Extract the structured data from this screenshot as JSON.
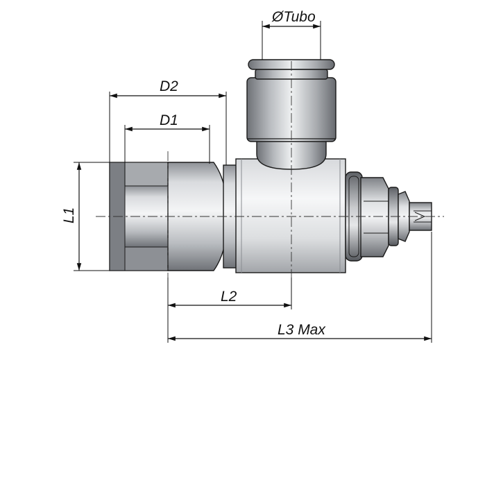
{
  "dimensions": {
    "tube_diameter": "ØTubo",
    "d2": "D2",
    "d1": "D1",
    "l1": "L1",
    "l2": "L2",
    "l3": "L3 Max"
  }
}
